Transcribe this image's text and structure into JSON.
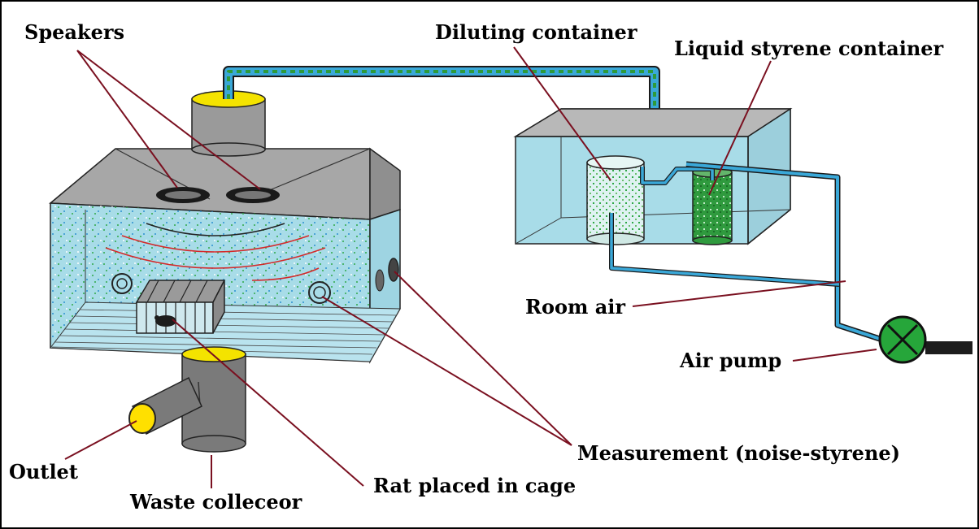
{
  "labels": {
    "speakers": "Speakers",
    "diluting_container": "Diluting container",
    "liquid_styrene_container": "Liquid styrene container",
    "room_air": "Room air",
    "air_pump": "Air pump",
    "measurement": "Measurement (noise-styrene)",
    "outlet": "Outlet",
    "waste_collector": "Waste colleceor",
    "rat_cage": "Rat placed in cage"
  },
  "colors": {
    "chamber_glass": "#a8dce8",
    "metal_gray": "#a7a7a7",
    "tube_blue": "#3aa8d8",
    "styrene_green": "#2e9a3a",
    "leader_line": "#7a1020",
    "outlet_yellow": "#ffe000",
    "pump_green": "#26a63a",
    "noise_arc": "#d42a2a"
  }
}
